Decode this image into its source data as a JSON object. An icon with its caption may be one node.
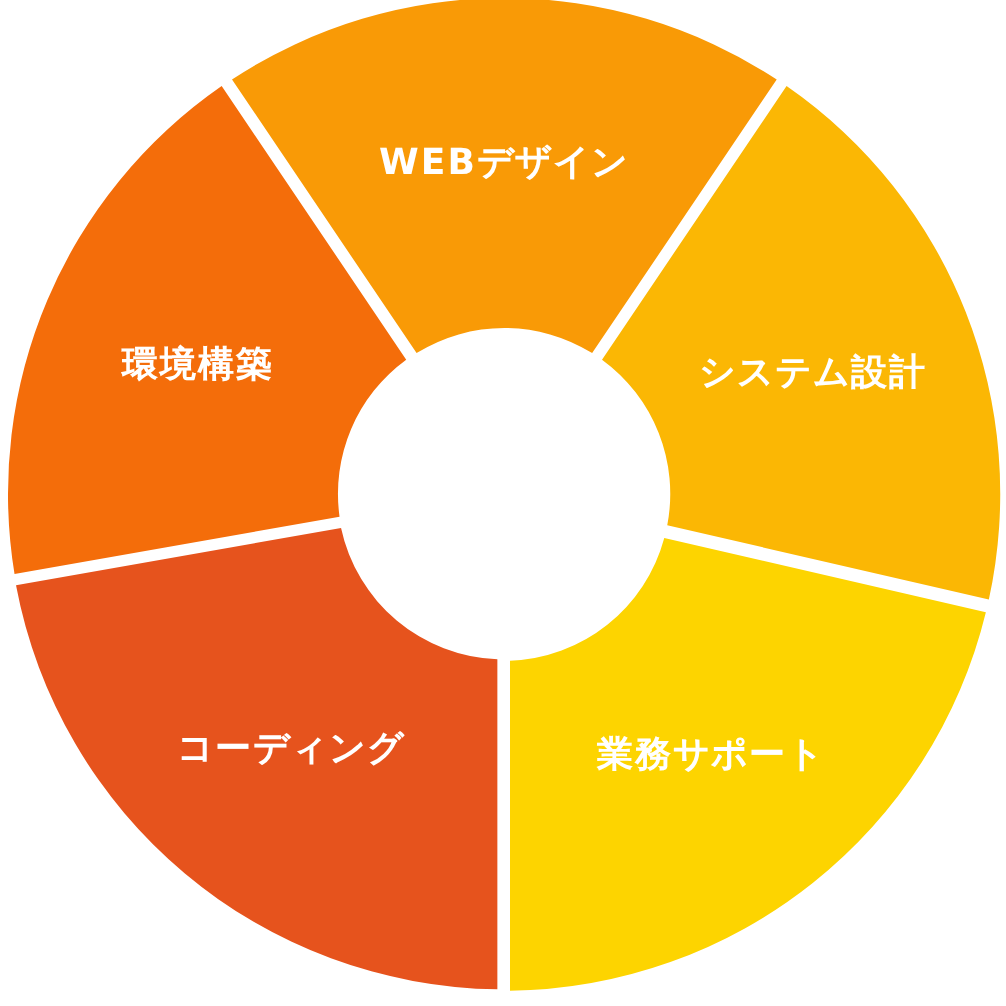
{
  "diagram": {
    "nodes": [
      {
        "text": [
          "WEBデザイン"
        ]
      },
      {
        "text": [
          "システム設計"
        ]
      },
      {
        "text": [
          "業務サポート"
        ]
      },
      {
        "text": [
          "コーディング"
        ]
      },
      {
        "text": [
          "環境構築"
        ]
      }
    ]
  }
}
